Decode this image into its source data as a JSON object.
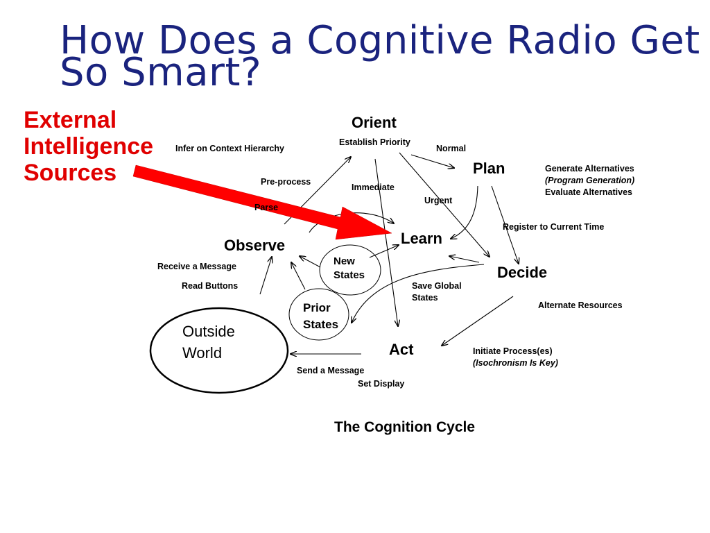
{
  "slide": {
    "title": "How Does a Cognitive Radio Get So Smart?",
    "external_sources": [
      "External",
      "Intelligence",
      "Sources"
    ],
    "caption": "The Cognition Cycle"
  },
  "nodes": {
    "orient": "Orient",
    "plan": "Plan",
    "learn": "Learn",
    "observe": "Observe",
    "decide": "Decide",
    "act": "Act",
    "outside_world": [
      "Outside",
      "World"
    ],
    "new_states": [
      "New",
      "States"
    ],
    "prior_states": [
      "Prior",
      "States"
    ]
  },
  "labels": {
    "establish_priority": "Establish Priority",
    "infer_context": "Infer on Context Hierarchy",
    "normal": "Normal",
    "pre_process": "Pre-process",
    "immediate": "Immediate",
    "urgent": "Urgent",
    "parse": "Parse",
    "register_time": "Register to Current Time",
    "receive_message": "Receive a Message",
    "read_buttons": "Read Buttons",
    "save_global": [
      "Save Global",
      "States"
    ],
    "alternate_resources": "Alternate Resources",
    "initiate_process": "Initiate Process(es)",
    "isochronism": "(Isochronism Is Key)",
    "send_message": "Send a Message",
    "set_display": "Set Display",
    "generate_alternatives": "Generate Alternatives",
    "program_generation": "(Program Generation)",
    "evaluate_alternatives": "Evaluate Alternatives"
  },
  "colors": {
    "title": "#1a237e",
    "external": "#e00000",
    "arrow_red": "#ff0000",
    "line": "#000000"
  }
}
